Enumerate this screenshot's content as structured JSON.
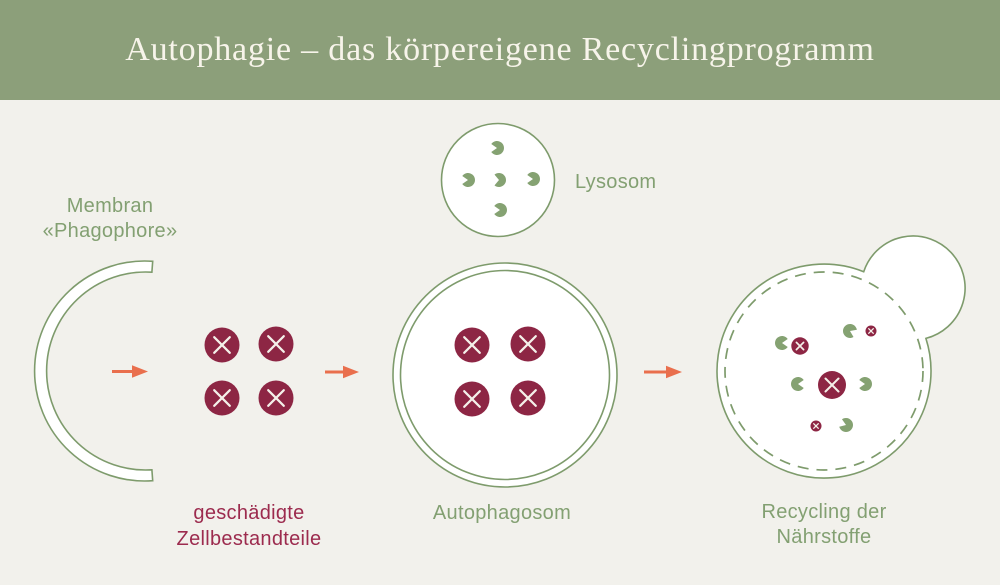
{
  "header": {
    "title": "Autophagie – das körpereigene Recyclingprogramm"
  },
  "labels": {
    "membran_line1": "Membran",
    "membran_line2": "«Phagophore»",
    "lysosom": "Lysosom",
    "damaged_line1": "geschädigte",
    "damaged_line2": "Zellbestandteile",
    "autophagosom": "Autophagosom",
    "recycling_line1": "Recycling der",
    "recycling_line2": "Nährstoffe"
  },
  "icons": {
    "enzyme": "pacman-icon",
    "damaged_particle": "crossed-circle-icon",
    "arrow": "right-arrow-icon"
  },
  "colors": {
    "header_bg": "#8C9F7A",
    "page_bg": "#F2F1EC",
    "title_text": "#F7F4EA",
    "outline_green": "#7E9B6C",
    "pac_green": "#85A272",
    "label_green": "#83A072",
    "label_red": "#9C2B4E",
    "particle_red": "#8D2644",
    "particle_x": "#F4F1EA",
    "arrow_orange": "#E96F4D",
    "shape_fill": "#FFFFFF"
  }
}
